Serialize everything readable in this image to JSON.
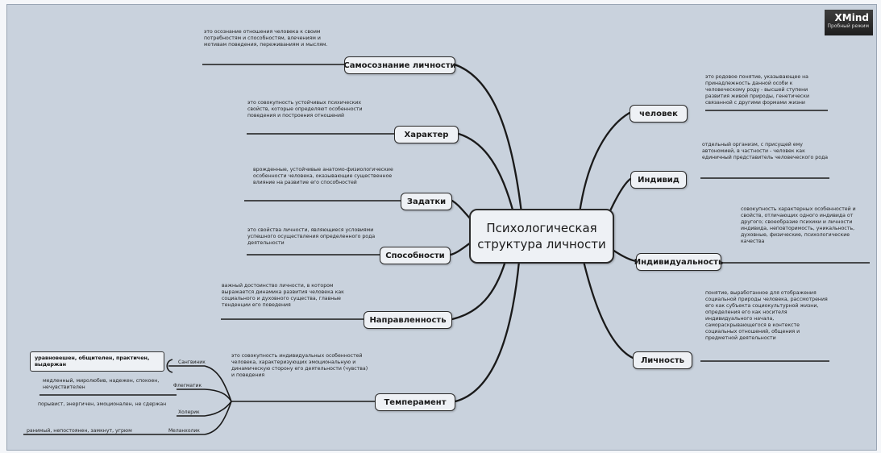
{
  "diagram": {
    "central_topic": "Психологическая структура личности",
    "badge": {
      "title": "XMind",
      "subtitle": "Пробный режим"
    },
    "left_branches": {
      "samosoznanie": {
        "label": "Самосознание личности",
        "note": "это осознание отношения человека к своим потребностям и способностям, влечениям и мотивам поведения, переживаниям и мыслям."
      },
      "harakter": {
        "label": "Характер",
        "note": "это совокупность устойчивых психических свойств, которые определяют особенности поведения и построения отношений"
      },
      "zadatki": {
        "label": "Задатки",
        "note": "врожденные, устойчивые анатомо-физиологические особенности человека, оказывающие существенное влияние на развитие его способностей"
      },
      "sposobnosti": {
        "label": "Способности",
        "note": "это свойства личности, являющиеся условиями успешного осуществления определенного рода деятельности"
      },
      "napravlennost": {
        "label": "Направленность",
        "note": "важный достоинство личности, в котором выражается динамика развития человека как социального и духовного существа, главные тенденции его поведения"
      },
      "temperament": {
        "label": "Темперамент",
        "note": "это совокупность индивидуальных особенностей человека, характеризующих эмоциональную и динамическую сторону его деятельности (чувства) и поведения",
        "types": [
          {
            "label": "Сангвиник",
            "desc": "уравновешен, общителен, практичен, выдержан"
          },
          {
            "label": "Флегматик",
            "desc": "медленный, миролюбив, надежен, спокоен, нечувствителен"
          },
          {
            "label": "Холерик",
            "desc": "порывист, энергичен, эмоционален, не сдержан"
          },
          {
            "label": "Меланхолик",
            "desc": "ранимый, непостоянен, замкнут, угрюм"
          }
        ]
      }
    },
    "right_branches": {
      "chelovek": {
        "label": "человек",
        "note": "это родовое понятие, указывающее на принадлежность данной особи к человеческому роду - высшей ступени развития живой природы, генетически связанной с другими формами жизни"
      },
      "individ": {
        "label": "Индивид",
        "note": "отдельный организм, с присущей ему автономией, в частности - человек как единичный представитель человеческого рода"
      },
      "individualnost": {
        "label": "Индивидуальность",
        "note": "совокупность характерных особенностей и свойств, отличающих одного индивида от другого; своеобразие психики и личности индивида, неповторимость, уникальность, духовные, физические, психологические качества"
      },
      "lichnost": {
        "label": "Личность",
        "note": "понятие, выработанное для отображения социальной природы человека, рассмотрения его как субъекта социокультурной жизни, определения его как носителя индивидуального начала, самораскрывающегося в контексте социальных отношений, общения и предметной деятельности"
      }
    }
  }
}
